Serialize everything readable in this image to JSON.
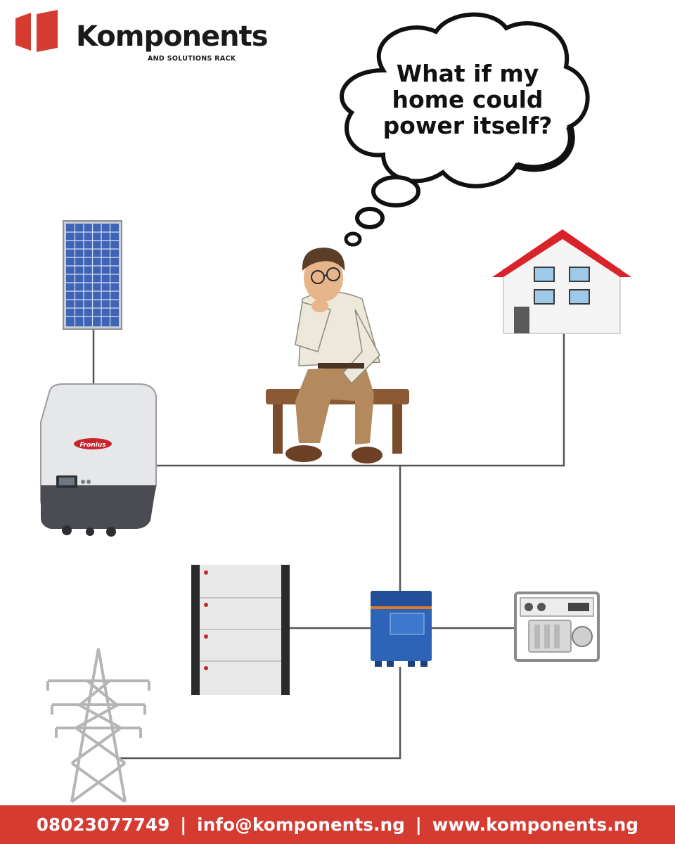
{
  "brand": {
    "name": "Komponents",
    "tagline": "AND SOLUTIONS RACK",
    "accent": "#d63b32"
  },
  "thought": {
    "lines": [
      "What if my",
      "home could",
      "power itself?"
    ]
  },
  "inverter": {
    "label": "Fronius"
  },
  "footer": {
    "phone": "08023077749",
    "email": "info@komponents.ng",
    "website": "www.komponents.ng",
    "separator": "|",
    "background": "#d63b32"
  },
  "icons": [
    "solar-panel-icon",
    "string-inverter-icon",
    "house-icon",
    "thinking-man-icon",
    "battery-stack-icon",
    "hybrid-inverter-icon",
    "generator-icon",
    "power-pylon-icon"
  ]
}
